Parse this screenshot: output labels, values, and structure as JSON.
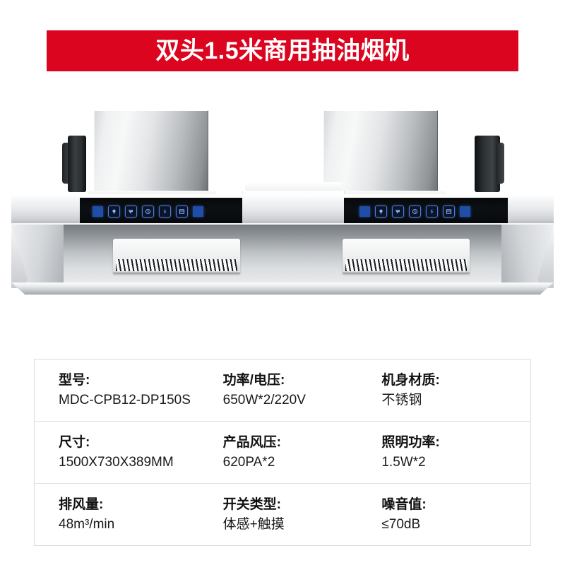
{
  "banner": {
    "title": "双头1.5米商用抽油烟机",
    "background_color": "#db0520",
    "text_color": "#ffffff"
  },
  "product_image": {
    "alt": "双头商用抽油烟机产品图",
    "panel_count": 2,
    "control_panel": {
      "indicator_color": "#1e4ea8",
      "buttons": [
        {
          "name": "indicator-block-left",
          "icon": "solid-square"
        },
        {
          "name": "light-button",
          "icon": "light-bulb"
        },
        {
          "name": "fan-speed-button",
          "icon": "fan-arrow"
        },
        {
          "name": "timer-button",
          "icon": "clock"
        },
        {
          "name": "boost-button",
          "icon": "turbo-arrow"
        },
        {
          "name": "power-button",
          "icon": "panel-square"
        },
        {
          "name": "indicator-block-right",
          "icon": "solid-square"
        }
      ]
    }
  },
  "spec_table": {
    "rows": [
      [
        {
          "label": "型号:",
          "value": "MDC-CPB12-DP150S"
        },
        {
          "label": "功率/电压:",
          "value": "650W*2/220V"
        },
        {
          "label": "机身材质:",
          "value": "不锈钢"
        }
      ],
      [
        {
          "label": "尺寸:",
          "value": "1500X730X389MM"
        },
        {
          "label": "产品风压:",
          "value": "620PA*2"
        },
        {
          "label": "照明功率:",
          "value": "1.5W*2"
        }
      ],
      [
        {
          "label": "排风量:",
          "value": "48m³/min"
        },
        {
          "label": "开关类型:",
          "value": "体感+触摸"
        },
        {
          "label": "噪音值:",
          "value": "≤70dB"
        }
      ]
    ]
  }
}
